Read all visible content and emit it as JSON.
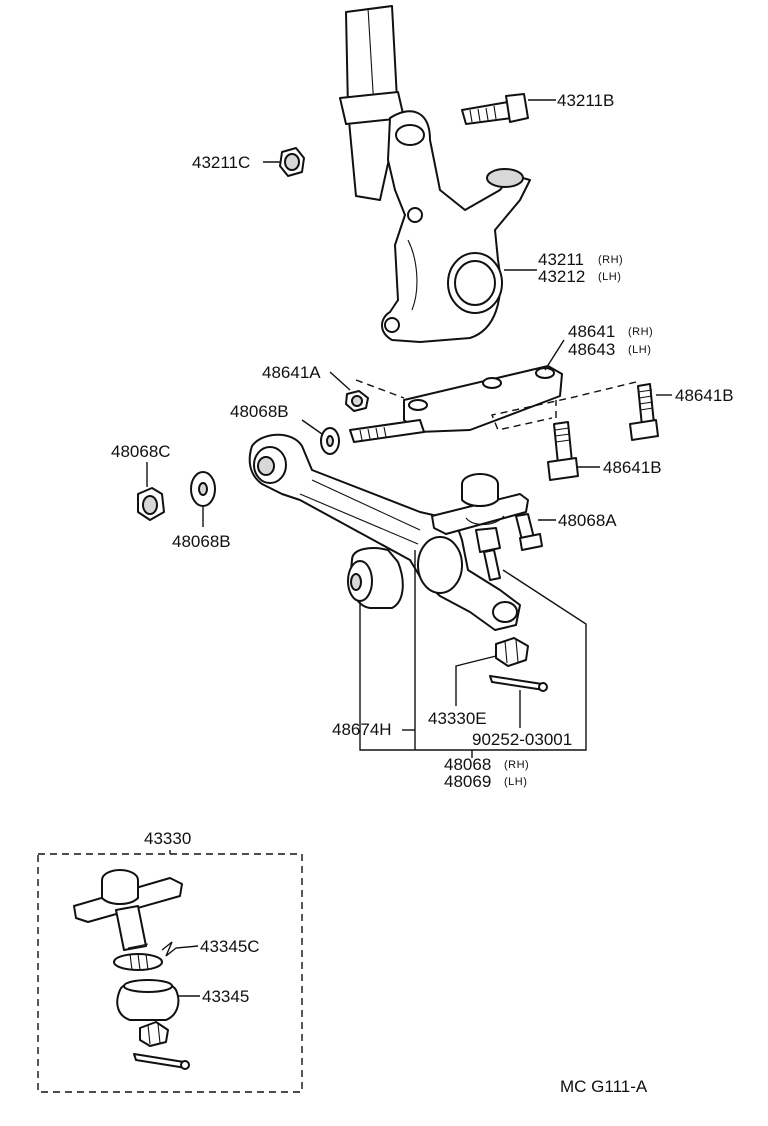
{
  "labels": {
    "l43211B": "43211B",
    "l43211C": "43211C",
    "l43211": "43211",
    "l43212": "43212",
    "l48641": "48641",
    "l48643": "48643",
    "l48641A": "48641A",
    "l48641B_top": "48641B",
    "l48068B_top": "48068B",
    "l48641B_bot": "48641B",
    "l48068C": "48068C",
    "l48068A": "48068A",
    "l48068B_bot": "48068B",
    "l48674H": "48674H",
    "l43330E": "43330E",
    "l90252": "90252-03001",
    "l48068": "48068",
    "l48069": "48069",
    "l43330": "43330",
    "l43345C": "43345C",
    "l43345": "43345",
    "code": "MC G111-A"
  },
  "side": {
    "rh": "(RH)",
    "lh": "(LH)"
  },
  "colors": {
    "ink": "#111111",
    "background": "#ffffff",
    "shade": "#d8d8d8"
  }
}
